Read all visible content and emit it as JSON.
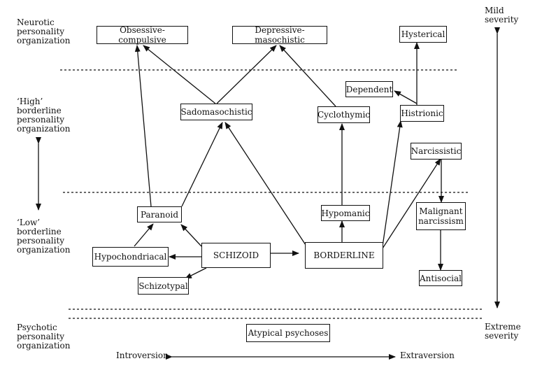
{
  "levels": {
    "neurotic": "Neurotic\npersonality\norganization",
    "high": "‘High’\nborderline\npersonality\norganization",
    "low": "‘Low’\nborderline\npersonality\norganization",
    "psychotic": "Psychotic\npersonality\norganization"
  },
  "severity": {
    "mild": "Mild\nseverity",
    "extreme": "Extreme\nseverity"
  },
  "axis": {
    "introversion": "Introversion",
    "extraversion": "Extraversion"
  },
  "nodes": {
    "obsessive": "Obsessive-compulsive",
    "depressive": "Depressive-masochistic",
    "hysterical": "Hysterical",
    "dependent": "Dependent",
    "sadomasochistic": "Sadomasochistic",
    "cyclothymic": "Cyclothymic",
    "histrionic": "Histrionic",
    "narcissistic": "Narcissistic",
    "paranoid": "Paranoid",
    "hypomanic": "Hypomanic",
    "malignant": "Malignant\nnarcissism",
    "hypochondriacal": "Hypochondriacal",
    "schizoid": "SCHIZOID",
    "borderline": "BORDERLINE",
    "schizotypal": "Schizotypal",
    "antisocial": "Antisocial",
    "atypical": "Atypical psychoses"
  }
}
